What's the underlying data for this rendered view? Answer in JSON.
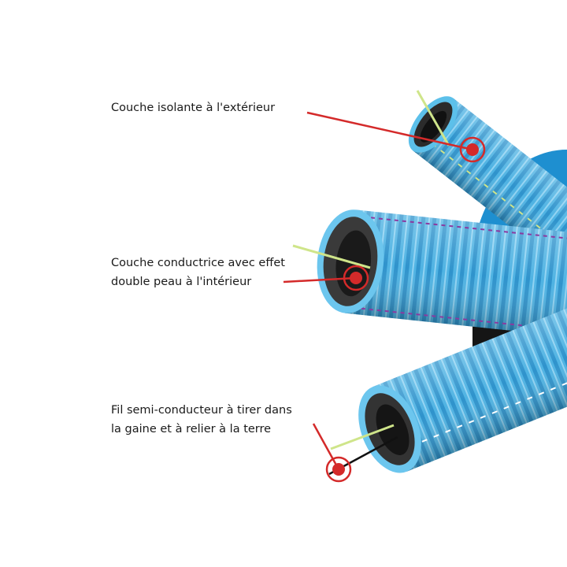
{
  "annotations": [
    {
      "text_lines": [
        "Couche isolante à l'extérieur"
      ]
    },
    {
      "text_lines": [
        "Couche conductrice avec effet",
        "double peau à l'intérieur"
      ]
    },
    {
      "text_lines": [
        "Fil semi-conducteur à tirer dans",
        "la gaine et à relier à la terre"
      ]
    }
  ],
  "colors": {
    "pipe_blue": "#4fb3e3",
    "pipe_dark_blue": "#2a8cc4",
    "pipe_inner": "#2b2b2b",
    "marker_red": "#d42a2a",
    "wire_green": "#cfe58a",
    "stripe_purple": "#8b3aa0"
  }
}
